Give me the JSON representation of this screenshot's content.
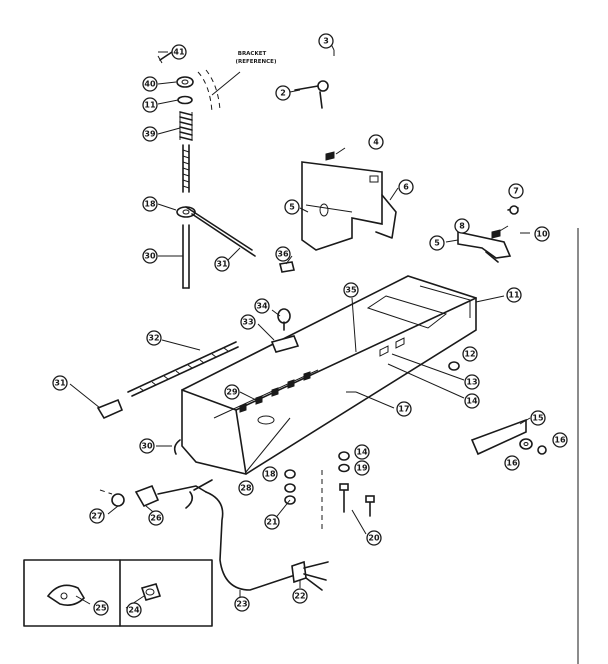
{
  "note": {
    "line1": "BRACKET",
    "line2": "(REFERENCE)"
  },
  "callouts": {
    "c41": "41",
    "c40": "40",
    "c11a": "11",
    "c39": "39",
    "c18a": "18",
    "c30": "30",
    "c31a": "31",
    "c3": "3",
    "c2": "2",
    "c4": "4",
    "c5a": "5",
    "c6": "6",
    "c36": "36",
    "c7": "7",
    "c8": "8",
    "c10": "10",
    "c5b": "5",
    "c11b": "11",
    "c35": "35",
    "c34": "34",
    "c33": "33",
    "c32": "32",
    "c31b": "31",
    "c12": "12",
    "c13": "13",
    "c14a": "14",
    "c17": "17",
    "c29": "29",
    "c30b": "30",
    "c15": "15",
    "c16a": "16",
    "c16b": "16",
    "c14b": "14",
    "c19": "19",
    "c18b": "18",
    "c28": "28",
    "c21": "21",
    "c20": "20",
    "c27": "27",
    "c26": "26",
    "c25": "25",
    "c24": "24",
    "c23": "23",
    "c22": "22"
  }
}
